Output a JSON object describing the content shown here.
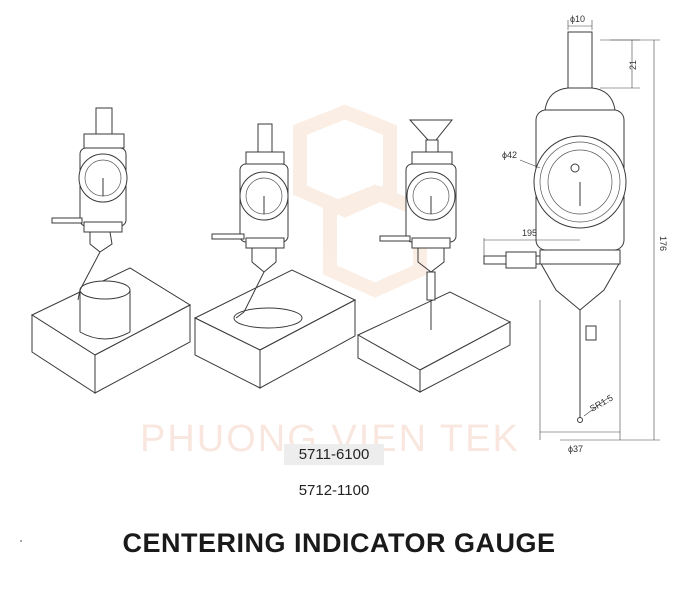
{
  "watermark": "PHUONG VIEN TEK",
  "models": [
    "5711-6100",
    "5712-1100"
  ],
  "title": "CENTERING INDICATOR GAUGE",
  "dimensions": {
    "stem_diameter": "ϕ10",
    "stem_length": "21",
    "dial_diameter": "ϕ42",
    "side_length": "195",
    "total_height": "176",
    "tip_radius": "SR1.5",
    "bottom_diameter": "ϕ37"
  },
  "colors": {
    "line": "#3a3a3a",
    "watermark": "#ebaa8c"
  },
  "icons": [
    "dial-gauge-icon",
    "workpiece-block-icon"
  ]
}
